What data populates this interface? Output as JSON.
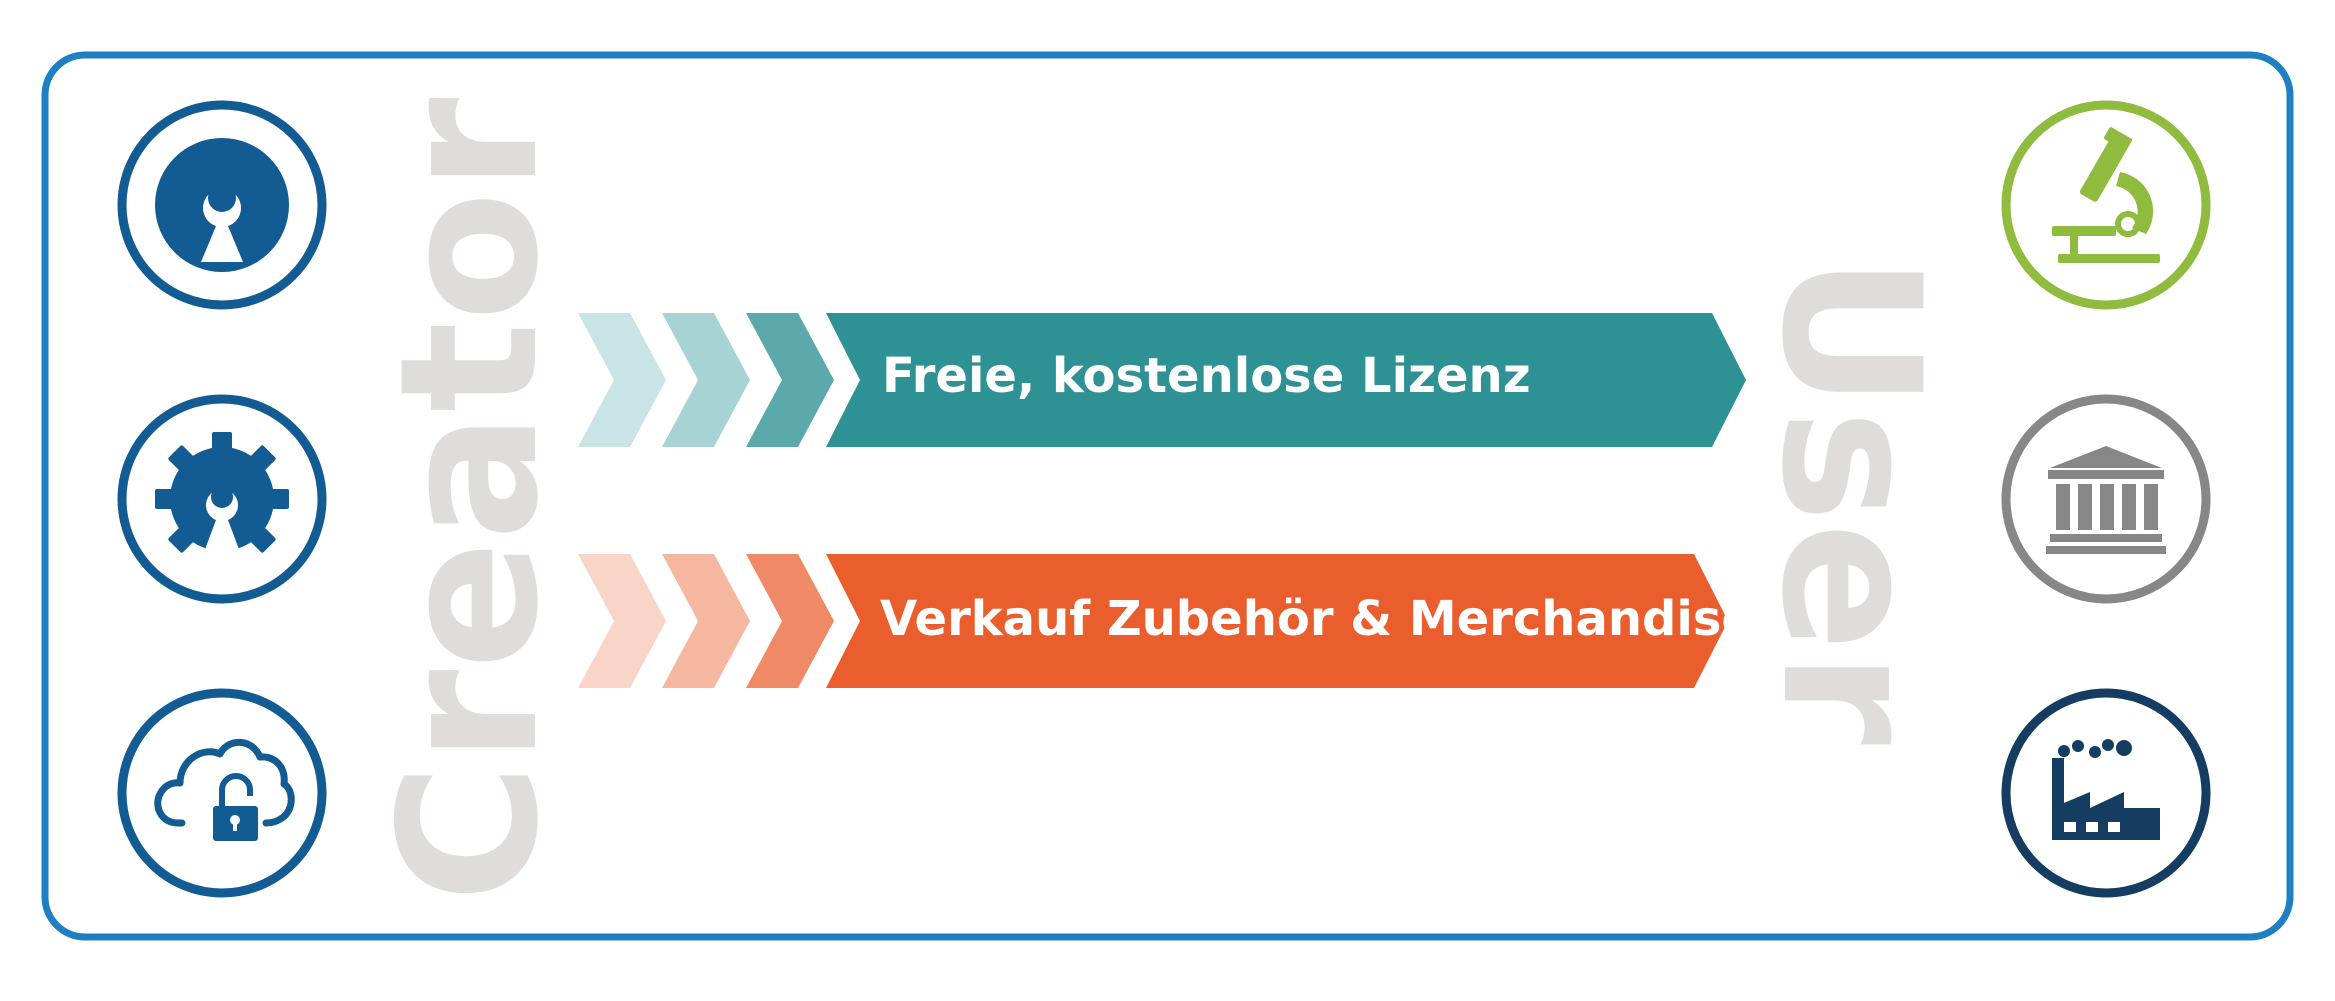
{
  "diagram": {
    "creator_label": "Creator",
    "user_label": "User",
    "arrows": [
      {
        "label": "Freie, kostenlose Lizenz",
        "color": "#2e9193",
        "chevrons": [
          "#c9e4e5",
          "#a7d3d4",
          "#5ba9ab"
        ]
      },
      {
        "label": "Verkauf Zubehör & Merchandise",
        "color": "#ea5d2d",
        "chevrons": [
          "#f9d5c8",
          "#f6b7a0",
          "#f08a66"
        ]
      }
    ],
    "creator_icons": [
      "open-source-icon",
      "open-hardware-gear-icon",
      "cloud-lock-icon"
    ],
    "user_icons": [
      "microscope-icon",
      "institution-icon",
      "factory-icon"
    ]
  },
  "colors": {
    "frame_border": "#1e7fc2",
    "creator_blue": "#135b93",
    "user_green": "#8fbb3e",
    "user_grey": "#878787",
    "user_navy": "#153c61",
    "side_label_grey": "#e0dcdc",
    "arrow_text": "#ffffff"
  }
}
